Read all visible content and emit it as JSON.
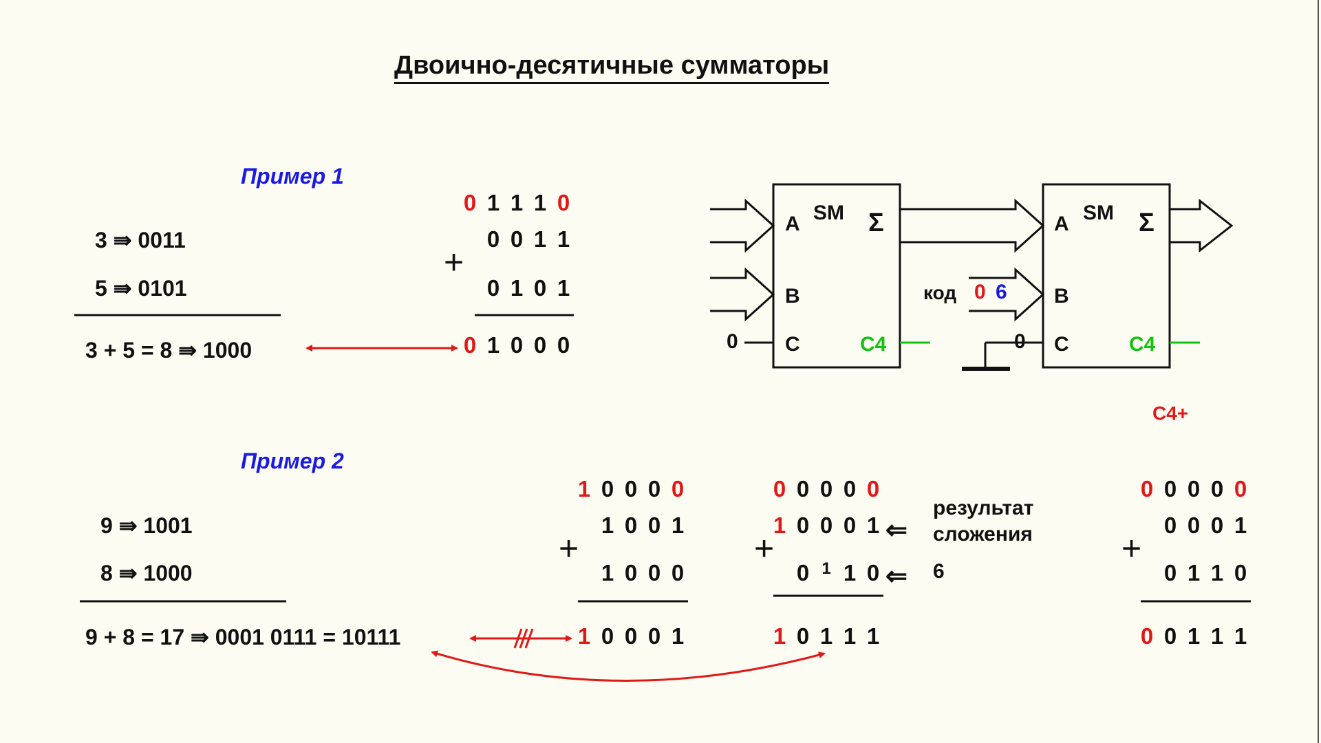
{
  "title": "Двоично-десятичные сумматоры",
  "example1": {
    "label": "Пример 1",
    "line1": "3 ⇛ 0011",
    "line2": "5 ⇛ 0101",
    "result": "3 + 5 = 8 ⇛ 1000",
    "column": {
      "carry": [
        "0",
        "1",
        "1",
        "1",
        "0"
      ],
      "a": [
        "0",
        "0",
        "1",
        "1"
      ],
      "b": [
        "0",
        "1",
        "0",
        "1"
      ],
      "sum": [
        "0",
        "1",
        "0",
        "0",
        "0"
      ],
      "plus": "+"
    }
  },
  "example2": {
    "label": "Пример 2",
    "line1": "9 ⇛ 1001",
    "line2": "8 ⇛ 1000",
    "result": "9 + 8 = 17 ⇛ 0001 0111 = 10111",
    "col1": {
      "carry": [
        "1",
        "0",
        "0",
        "0",
        "0"
      ],
      "a": [
        "1",
        "0",
        "0",
        "1"
      ],
      "b": [
        "1",
        "0",
        "0",
        "0"
      ],
      "sum": [
        "1",
        "0",
        "0",
        "0",
        "1"
      ],
      "plus": "+"
    },
    "col2": {
      "carry": [
        "0",
        "0",
        "0",
        "0",
        "0"
      ],
      "a": [
        "1",
        "0",
        "0",
        "0",
        "1"
      ],
      "b": [
        "0",
        "1",
        "1",
        "0"
      ],
      "sum": [
        "1",
        "0",
        "1",
        "1",
        "1"
      ],
      "plus": "+",
      "note_result_line1": "результат",
      "note_result_line2": "сложения",
      "arrow": "⇐",
      "note_six": "6"
    },
    "col3": {
      "carry": [
        "0",
        "0",
        "0",
        "0",
        "0"
      ],
      "a": [
        "0",
        "0",
        "0",
        "1"
      ],
      "b": [
        "0",
        "1",
        "1",
        "0"
      ],
      "sum": [
        "0",
        "0",
        "1",
        "1",
        "1"
      ],
      "plus": "+"
    }
  },
  "schematic": {
    "block1": {
      "name": "SM",
      "in_a": "A",
      "in_b": "B",
      "in_c": "C",
      "sigma": "Σ",
      "carry_out": "C4"
    },
    "block2": {
      "name": "SM",
      "in_a": "A",
      "in_b": "B",
      "in_c": "C",
      "sigma": "Σ",
      "carry_out": "C4"
    },
    "c_input_1": "0",
    "c_input_2": "0",
    "code_label": "код",
    "code_digit1": "0",
    "code_digit2": "6",
    "c4plus": "С4+"
  },
  "colors": {
    "red": "#e01818",
    "blue": "#1a1ae6",
    "green": "#12c412",
    "background": "#fdfcf2"
  }
}
